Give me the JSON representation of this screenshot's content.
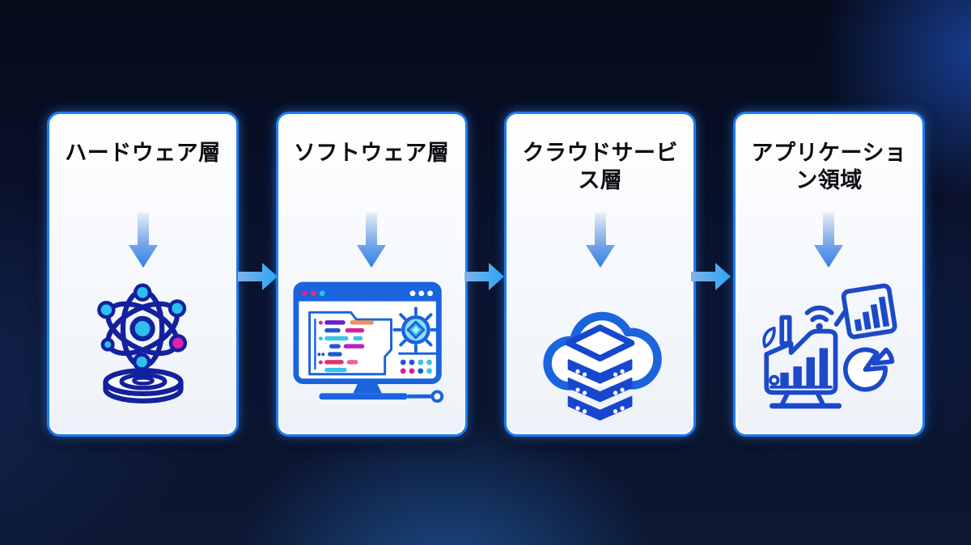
{
  "diagram": {
    "cards": [
      {
        "title": "ハードウェア層",
        "icon": "atom-icon"
      },
      {
        "title": "ソフトウェア層",
        "icon": "code-editor-icon"
      },
      {
        "title": "クラウドサービ\nス層",
        "icon": "cloud-server-icon"
      },
      {
        "title": "アプリケーショ\nン領域",
        "icon": "analytics-icon"
      }
    ]
  },
  "colors": {
    "background": "#0a1126",
    "card_border": "#1e7cf0",
    "card_background": "#f8fafd",
    "title_text": "#0d0d12",
    "primary_blue": "#1a64dd",
    "navy": "#13219e",
    "cyan": "#2bc0f0",
    "magenta": "#e0219c",
    "purple": "#6a1fd0",
    "orange": "#e8935e",
    "down_arrow_start": "#e9eef7",
    "down_arrow_end": "#2f7fe8",
    "flow_arrow_start": "#7fb3ea",
    "flow_arrow_end": "#2ba6f5"
  }
}
